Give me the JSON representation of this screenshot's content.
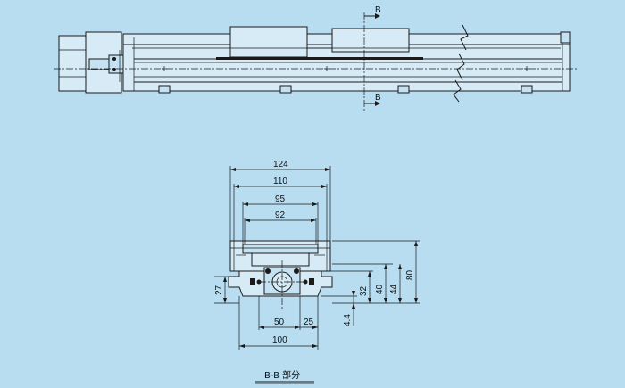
{
  "section_marker": "B",
  "dimensions": {
    "w124": "124",
    "w110": "110",
    "w95": "95",
    "w92": "92",
    "h27": "27",
    "w50": "50",
    "w25": "25",
    "w100": "100",
    "h4_4": "4.4",
    "h32": "32",
    "h40": "40",
    "h44": "44",
    "h80": "80"
  },
  "section_caption": "B-B 部分"
}
